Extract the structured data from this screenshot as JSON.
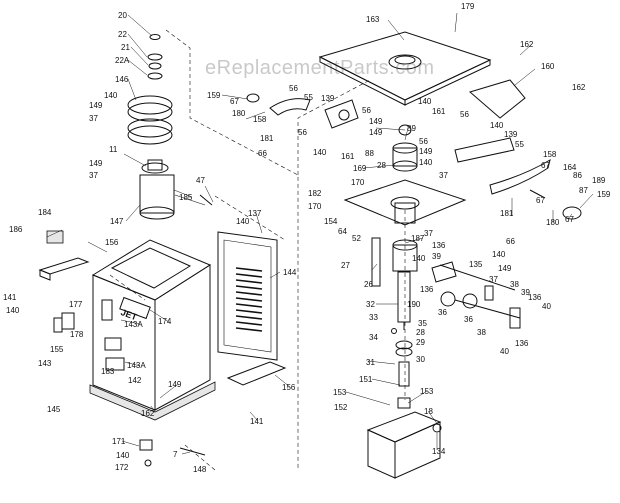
{
  "watermark": "eReplacementParts.com",
  "brand_plate": "JET",
  "callouts": [
    {
      "id": "c20",
      "text": "20"
    },
    {
      "id": "c22",
      "text": "22"
    },
    {
      "id": "c21",
      "text": "21"
    },
    {
      "id": "c22a",
      "text": "22A"
    },
    {
      "id": "c146",
      "text": "146"
    },
    {
      "id": "c149a",
      "text": "149"
    },
    {
      "id": "c140a",
      "text": "140"
    },
    {
      "id": "c37a",
      "text": "37"
    },
    {
      "id": "c11",
      "text": "11"
    },
    {
      "id": "c149b",
      "text": "149"
    },
    {
      "id": "c37b",
      "text": "37"
    },
    {
      "id": "c47",
      "text": "47"
    },
    {
      "id": "c185",
      "text": "185"
    },
    {
      "id": "c147",
      "text": "147"
    },
    {
      "id": "c184",
      "text": "184"
    },
    {
      "id": "c186",
      "text": "186"
    },
    {
      "id": "c156a",
      "text": "156"
    },
    {
      "id": "c141a",
      "text": "141"
    },
    {
      "id": "c140b",
      "text": "140"
    },
    {
      "id": "c177",
      "text": "177"
    },
    {
      "id": "c178",
      "text": "178"
    },
    {
      "id": "c155",
      "text": "155"
    },
    {
      "id": "c143a",
      "text": "143"
    },
    {
      "id": "c174",
      "text": "174"
    },
    {
      "id": "c143A1",
      "text": "143A"
    },
    {
      "id": "c183",
      "text": "183"
    },
    {
      "id": "c143A2",
      "text": "143A"
    },
    {
      "id": "c142",
      "text": "142"
    },
    {
      "id": "c145",
      "text": "145"
    },
    {
      "id": "c149c",
      "text": "149"
    },
    {
      "id": "c162a",
      "text": "162"
    },
    {
      "id": "c171",
      "text": "171"
    },
    {
      "id": "c140c",
      "text": "140"
    },
    {
      "id": "c172",
      "text": "172"
    },
    {
      "id": "c7",
      "text": "7"
    },
    {
      "id": "c148",
      "text": "148"
    },
    {
      "id": "c137",
      "text": "137"
    },
    {
      "id": "c140d",
      "text": "140"
    },
    {
      "id": "c144",
      "text": "144"
    },
    {
      "id": "c156b",
      "text": "156"
    },
    {
      "id": "c141b",
      "text": "141"
    },
    {
      "id": "c163",
      "text": "163"
    },
    {
      "id": "c179",
      "text": "179"
    },
    {
      "id": "c162b",
      "text": "162"
    },
    {
      "id": "c160",
      "text": "160"
    },
    {
      "id": "c162c",
      "text": "162"
    },
    {
      "id": "c159a",
      "text": "159"
    },
    {
      "id": "c67a",
      "text": "67"
    },
    {
      "id": "c180a",
      "text": "180"
    },
    {
      "id": "c158a",
      "text": "158"
    },
    {
      "id": "c56a",
      "text": "56"
    },
    {
      "id": "c55a",
      "text": "55"
    },
    {
      "id": "c139a",
      "text": "139"
    },
    {
      "id": "c56b",
      "text": "56"
    },
    {
      "id": "c149d",
      "text": "149"
    },
    {
      "id": "c149e",
      "text": "149"
    },
    {
      "id": "c181a",
      "text": "181"
    },
    {
      "id": "c66a",
      "text": "66"
    },
    {
      "id": "c56c",
      "text": "56"
    },
    {
      "id": "c140e",
      "text": "140"
    },
    {
      "id": "c161a",
      "text": "161"
    },
    {
      "id": "c89",
      "text": "89"
    },
    {
      "id": "c88",
      "text": "88"
    },
    {
      "id": "c28a",
      "text": "28"
    },
    {
      "id": "c169",
      "text": "169"
    },
    {
      "id": "c170a",
      "text": "170"
    },
    {
      "id": "c182",
      "text": "182"
    },
    {
      "id": "c170b",
      "text": "170"
    },
    {
      "id": "c154",
      "text": "154"
    },
    {
      "id": "c64",
      "text": "64"
    },
    {
      "id": "c52",
      "text": "52"
    },
    {
      "id": "c187",
      "text": "187"
    },
    {
      "id": "c37c",
      "text": "37"
    },
    {
      "id": "c140f",
      "text": "140"
    },
    {
      "id": "c161b",
      "text": "161"
    },
    {
      "id": "c56d",
      "text": "56"
    },
    {
      "id": "c149f",
      "text": "149"
    },
    {
      "id": "c140g",
      "text": "140"
    },
    {
      "id": "c56e",
      "text": "56"
    },
    {
      "id": "c140h",
      "text": "140"
    },
    {
      "id": "c139b",
      "text": "139"
    },
    {
      "id": "c55b",
      "text": "55"
    },
    {
      "id": "c158b",
      "text": "158"
    },
    {
      "id": "c67b",
      "text": "67"
    },
    {
      "id": "c164",
      "text": "164"
    },
    {
      "id": "c86",
      "text": "86"
    },
    {
      "id": "c189",
      "text": "189"
    },
    {
      "id": "c87",
      "text": "87"
    },
    {
      "id": "c159b",
      "text": "159"
    },
    {
      "id": "c67c",
      "text": "67"
    },
    {
      "id": "c181b",
      "text": "181"
    },
    {
      "id": "c180b",
      "text": "180"
    },
    {
      "id": "c67d",
      "text": "67"
    },
    {
      "id": "c66b",
      "text": "66"
    },
    {
      "id": "c37d",
      "text": "37"
    },
    {
      "id": "c140i",
      "text": "140"
    },
    {
      "id": "c136a",
      "text": "136"
    },
    {
      "id": "c39a",
      "text": "39"
    },
    {
      "id": "c135",
      "text": "135"
    },
    {
      "id": "c140j",
      "text": "140"
    },
    {
      "id": "c149g",
      "text": "149"
    },
    {
      "id": "c27",
      "text": "27"
    },
    {
      "id": "c26",
      "text": "26"
    },
    {
      "id": "c136b",
      "text": "136"
    },
    {
      "id": "c37e",
      "text": "37"
    },
    {
      "id": "c38a",
      "text": "38"
    },
    {
      "id": "c39b",
      "text": "39"
    },
    {
      "id": "c136c",
      "text": "136"
    },
    {
      "id": "c32",
      "text": "32"
    },
    {
      "id": "c190",
      "text": "190"
    },
    {
      "id": "c36a",
      "text": "36"
    },
    {
      "id": "c36b",
      "text": "36"
    },
    {
      "id": "c40a",
      "text": "40"
    },
    {
      "id": "c33",
      "text": "33"
    },
    {
      "id": "c35",
      "text": "35"
    },
    {
      "id": "c38b",
      "text": "38"
    },
    {
      "id": "c34",
      "text": "34"
    },
    {
      "id": "c28b",
      "text": "28"
    },
    {
      "id": "c29",
      "text": "29"
    },
    {
      "id": "c136d",
      "text": "136"
    },
    {
      "id": "c40b",
      "text": "40"
    },
    {
      "id": "c31",
      "text": "31"
    },
    {
      "id": "c30",
      "text": "30"
    },
    {
      "id": "c151",
      "text": "151"
    },
    {
      "id": "c153a",
      "text": "153"
    },
    {
      "id": "c153b",
      "text": "153"
    },
    {
      "id": "c152",
      "text": "152"
    },
    {
      "id": "c18",
      "text": "18"
    },
    {
      "id": "c134",
      "text": "134"
    }
  ]
}
